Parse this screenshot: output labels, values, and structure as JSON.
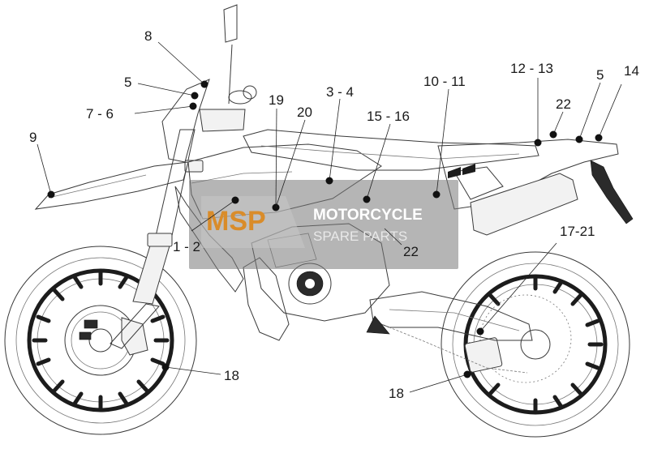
{
  "diagram": {
    "callouts": [
      {
        "id": "c8",
        "label": "8"
      },
      {
        "id": "c5a",
        "label": "5"
      },
      {
        "id": "c76",
        "label": "7 - 6"
      },
      {
        "id": "c9",
        "label": "9"
      },
      {
        "id": "c19",
        "label": "19"
      },
      {
        "id": "c20",
        "label": "20"
      },
      {
        "id": "c34",
        "label": "3 - 4"
      },
      {
        "id": "c1516",
        "label": "15 - 16"
      },
      {
        "id": "c1011",
        "label": "10 - 11"
      },
      {
        "id": "c1213",
        "label": "12 - 13"
      },
      {
        "id": "c5b",
        "label": "5"
      },
      {
        "id": "c14",
        "label": "14"
      },
      {
        "id": "c22a",
        "label": "22"
      },
      {
        "id": "c12",
        "label": "1 - 2"
      },
      {
        "id": "c22b",
        "label": "22"
      },
      {
        "id": "c1721",
        "label": "17-21"
      },
      {
        "id": "c18a",
        "label": "18"
      },
      {
        "id": "c18b",
        "label": "18"
      }
    ]
  },
  "watermark": {
    "logo": "MSP",
    "line1": "MOTORCYCLE",
    "line2": "SPARE PARTS"
  }
}
